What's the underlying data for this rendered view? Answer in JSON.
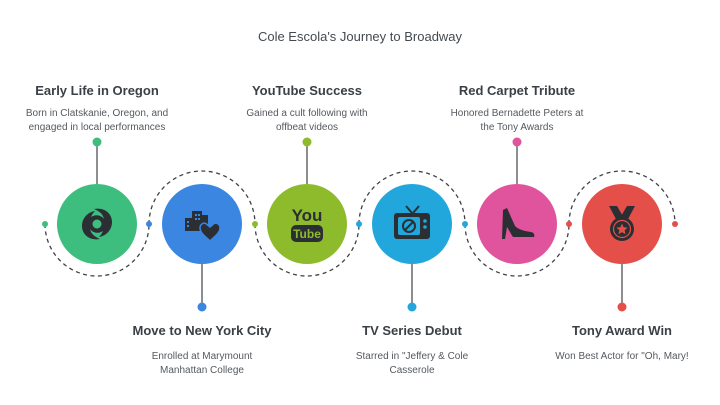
{
  "title": "Cole Escola's Journey to Broadway",
  "colors": {
    "green": "#3dbe7e",
    "blue": "#3a86e0",
    "olive": "#8dbb2c",
    "cyan": "#22a7dc",
    "pink": "#e0539d",
    "red": "#e45049",
    "connector": "#3e4247"
  },
  "steps": [
    {
      "title": "Early Life in Oregon",
      "desc_lines": [
        "Born in Clatskanie, Oregon, and",
        "engaged in local performances"
      ],
      "icon": "hurricane-icon",
      "color": "green",
      "position": "top"
    },
    {
      "title": "Move to New York City",
      "desc_lines": [
        "Enrolled at Marymount",
        "Manhattan College"
      ],
      "icon": "city-heart-icon",
      "color": "blue",
      "position": "bottom"
    },
    {
      "title": "YouTube Success",
      "desc_lines": [
        "Gained a cult following with",
        "offbeat videos"
      ],
      "icon": "youtube-icon",
      "color": "olive",
      "position": "top"
    },
    {
      "title": "TV Series Debut",
      "desc_lines": [
        "Starred in \"Jeffery & Cole",
        "Casserole"
      ],
      "icon": "tv-icon",
      "color": "cyan",
      "position": "bottom"
    },
    {
      "title": "Red Carpet Tribute",
      "desc_lines": [
        "Honored Bernadette Peters at",
        "the Tony Awards"
      ],
      "icon": "high-heel-icon",
      "color": "pink",
      "position": "top"
    },
    {
      "title": "Tony Award Win",
      "desc_lines": [
        "Won Best Actor for \"Oh, Mary!"
      ],
      "icon": "medal-icon",
      "color": "red",
      "position": "bottom"
    }
  ]
}
